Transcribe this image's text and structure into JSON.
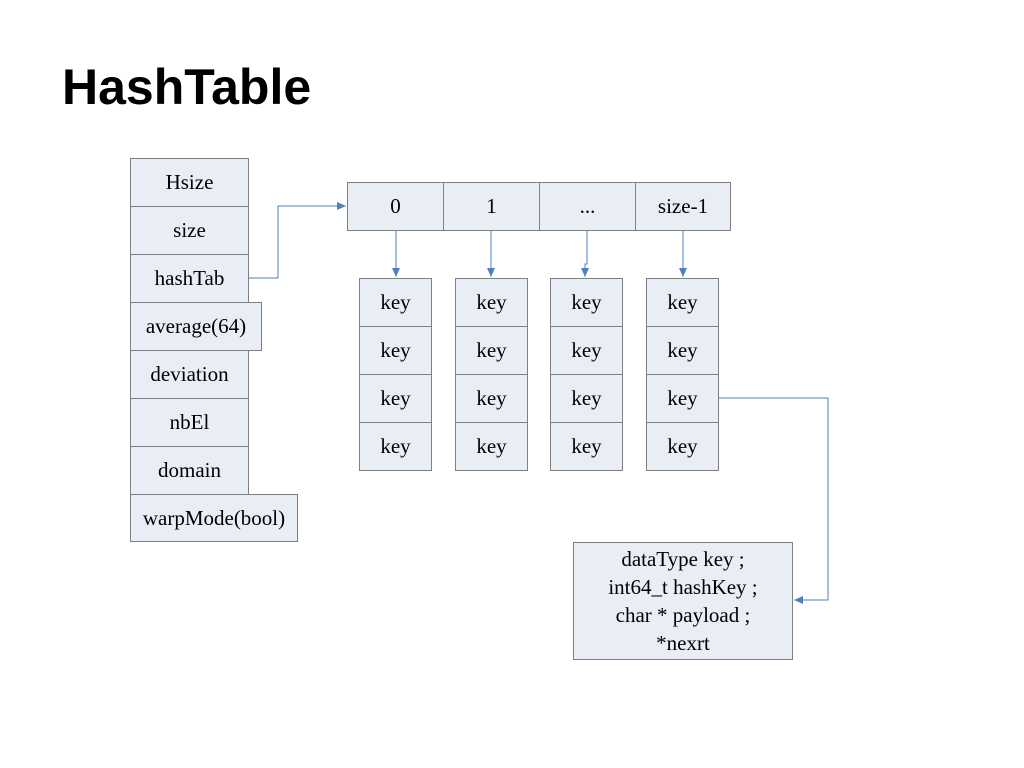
{
  "title": "HashTable",
  "struct_fields": [
    "Hsize",
    "size",
    "hashTab",
    "average(64)",
    "deviation",
    "nbEl",
    "domain",
    "warpMode(bool)"
  ],
  "array_indices": [
    "0",
    "1",
    "...",
    "size-1"
  ],
  "bucket_columns": [
    [
      "key",
      "key",
      "key",
      "key"
    ],
    [
      "key",
      "key",
      "key",
      "key"
    ],
    [
      "key",
      "key",
      "key",
      "key"
    ],
    [
      "key",
      "key",
      "key",
      "key"
    ]
  ],
  "node": {
    "lines": [
      "dataType key ;",
      "int64_t hashKey ;",
      "char * payload ;",
      "*nexrt"
    ]
  },
  "colors": {
    "box_fill": "#e9edf6",
    "box_border": "#7f7f7f",
    "arrow": "#4f81bd"
  }
}
